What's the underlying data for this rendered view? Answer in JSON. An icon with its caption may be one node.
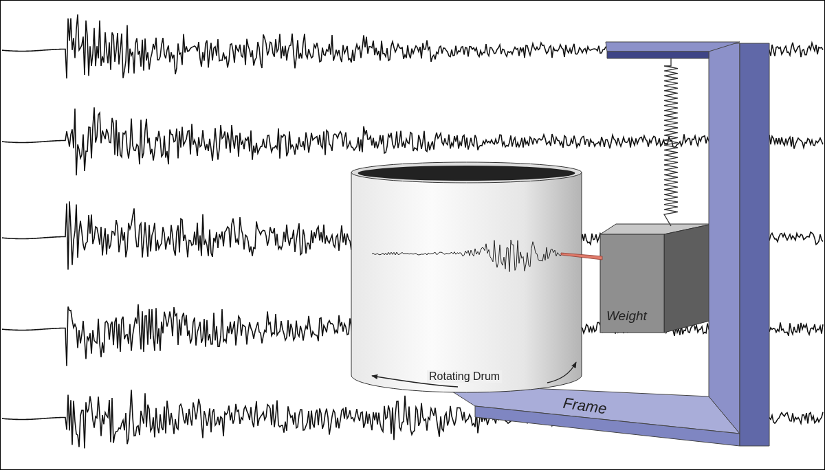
{
  "diagram": {
    "nodes": [
      {
        "text": [
          "Frame"
        ]
      },
      {
        "text": [
          "Rotating Drum"
        ]
      },
      {
        "text": [
          "Weight"
        ],
        "in": 0
      }
    ]
  }
}
